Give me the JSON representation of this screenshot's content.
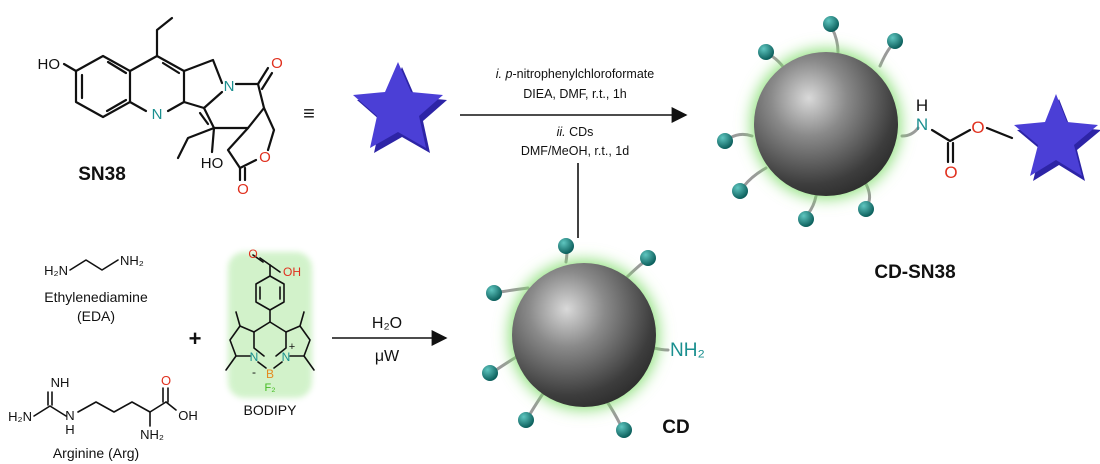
{
  "sn38": {
    "name": "SN38",
    "atoms": {
      "ho_phenol": "HO",
      "n_quinoline": "N",
      "n_amide": "N",
      "o_keto": "O",
      "o_lactone_ring": "O",
      "o_lactone_carbonyl": "O",
      "ho_tertiary": "HO"
    }
  },
  "equiv_symbol": "≡",
  "top_reaction": {
    "step1_prefix": "i.",
    "step1_reagent_italic": "p",
    "step1_reagent": "-nitrophenylchloroformate",
    "step1_conditions": "DIEA, DMF, r.t., 1h",
    "step2_prefix": "ii.",
    "step2_reagent": "CDs",
    "step2_conditions": "DMF/MeOH, r.t., 1d"
  },
  "product": {
    "name": "CD-SN38",
    "linker_atoms": {
      "h": "H",
      "n": "N",
      "o_ester": "O",
      "o_carbonyl": "O"
    }
  },
  "eda": {
    "formula_left": "H₂N",
    "formula_right": "NH₂",
    "name": "Ethylenediamine",
    "abbr": "(EDA)"
  },
  "arg": {
    "atoms": {
      "nh_top": "NH",
      "h2n": "H₂N",
      "nh_link": "N",
      "h_link": "H",
      "o": "O",
      "oh": "OH",
      "nh2": "NH₂"
    },
    "name": "Arginine (Arg)"
  },
  "plus_sign": "+",
  "bodipy": {
    "name": "BODIPY",
    "atoms": {
      "o": "O",
      "oh": "OH",
      "n_left": "N",
      "n_right": "N",
      "b": "B",
      "f2": "F₂",
      "minus": "-",
      "plus": "+"
    }
  },
  "bottom_reaction": {
    "reagent": "H₂O",
    "conditions": "μW"
  },
  "cd": {
    "name": "CD",
    "surface_group": "NH₂"
  },
  "colors": {
    "nitrogen": "#1a8f8f",
    "oxygen": "#e0301e",
    "boron": "#e58a1f",
    "fluorine": "#44bb22",
    "star": "#4b3fd6",
    "sphere": "#5a5a5a",
    "glow": "#7fdc6a"
  }
}
